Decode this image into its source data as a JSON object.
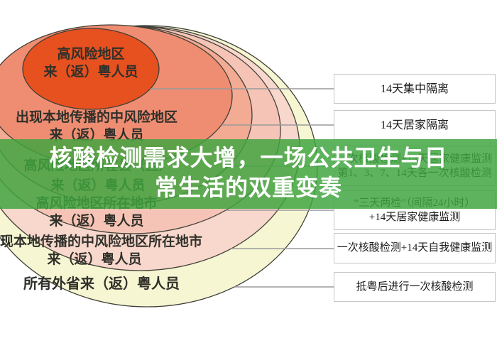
{
  "title": {
    "line1": "核酸检测需求大增，一场公共卫生与日",
    "line2": "常生活的双重变奏",
    "full": "核酸检测需求大增，一场公共卫生与日常生活的双重变奏"
  },
  "colors": {
    "banner_green": "#3fa53f",
    "title_white": "#ffffff",
    "ring_stroke": "#3f3f37",
    "connector_gray": "#9a9a9a",
    "box_border": "#c6c6c6",
    "label_text": "#30302a"
  },
  "rings": [
    {
      "id": "high-risk-area",
      "fill": "#e6511f",
      "label_lines": [
        "高风险地区",
        "来（返）粤人员"
      ],
      "measure_lines": [
        "14天集中隔离"
      ]
    },
    {
      "id": "mid-risk-local-spread-area",
      "fill": "#ef8d72",
      "label_lines": [
        "出现本地传播的中风险地区",
        "来（返）粤人员"
      ],
      "measure_lines": [
        "14天居家隔离"
      ]
    },
    {
      "id": "high-risk-county",
      "fill": "#f3ab94",
      "label_lines": [
        "高风险地区所在县（区）",
        "来（返）粤人员"
      ],
      "measure_lines": [
        "一次核酸检测+14天居家健康监测",
        "第1、3、7、14天各一次核酸检测"
      ]
    },
    {
      "id": "high-risk-city",
      "fill": "#f6c4b6",
      "label_lines": [
        "高风险地区所在地市",
        "来（返）粤人员"
      ],
      "measure_lines": [
        "“三天两检”（间隔24小时）",
        "+14天居家健康监测"
      ]
    },
    {
      "id": "mid-risk-city",
      "fill": "#f8d7cc",
      "label_lines": [
        "出现本地传播的中风险地区所在地市",
        "来（返）粤人员"
      ],
      "measure_lines": [
        "一次核酸检测+14天自我健康监测"
      ]
    },
    {
      "id": "all-other-provinces",
      "fill": "#f6f6d3",
      "label_lines": [
        "所有外省来（返）粤人员"
      ],
      "measure_lines": [
        "抵粤后进行一次核酸检测"
      ]
    }
  ]
}
